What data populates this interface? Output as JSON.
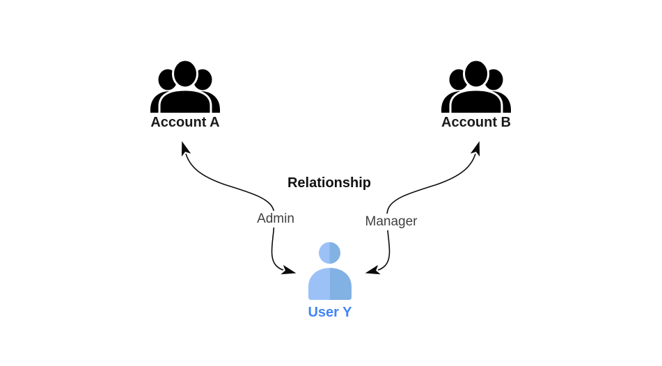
{
  "diagram": {
    "title": "Relationship",
    "nodes": [
      {
        "id": "account-a",
        "label": "Account A",
        "icon": "group-icon"
      },
      {
        "id": "account-b",
        "label": "Account B",
        "icon": "group-icon"
      },
      {
        "id": "user-y",
        "label": "User Y",
        "icon": "person-icon"
      }
    ],
    "edges": [
      {
        "from": "User Y",
        "to": "Account A",
        "label": "Admin",
        "arrows": "both-ends"
      },
      {
        "from": "User Y",
        "to": "Account B",
        "label": "Manager",
        "arrows": "both-ends"
      }
    ],
    "colors": {
      "background": "#ffffff",
      "group_icon": "#000000",
      "node_label": "#1a1a1a",
      "edge_line": "#0b0b0b",
      "edge_label": "#3f3f3f",
      "user_icon_left_half": "#9bc1f7",
      "user_icon_right_half": "#82b1e3",
      "user_label": "#4285f4"
    }
  }
}
